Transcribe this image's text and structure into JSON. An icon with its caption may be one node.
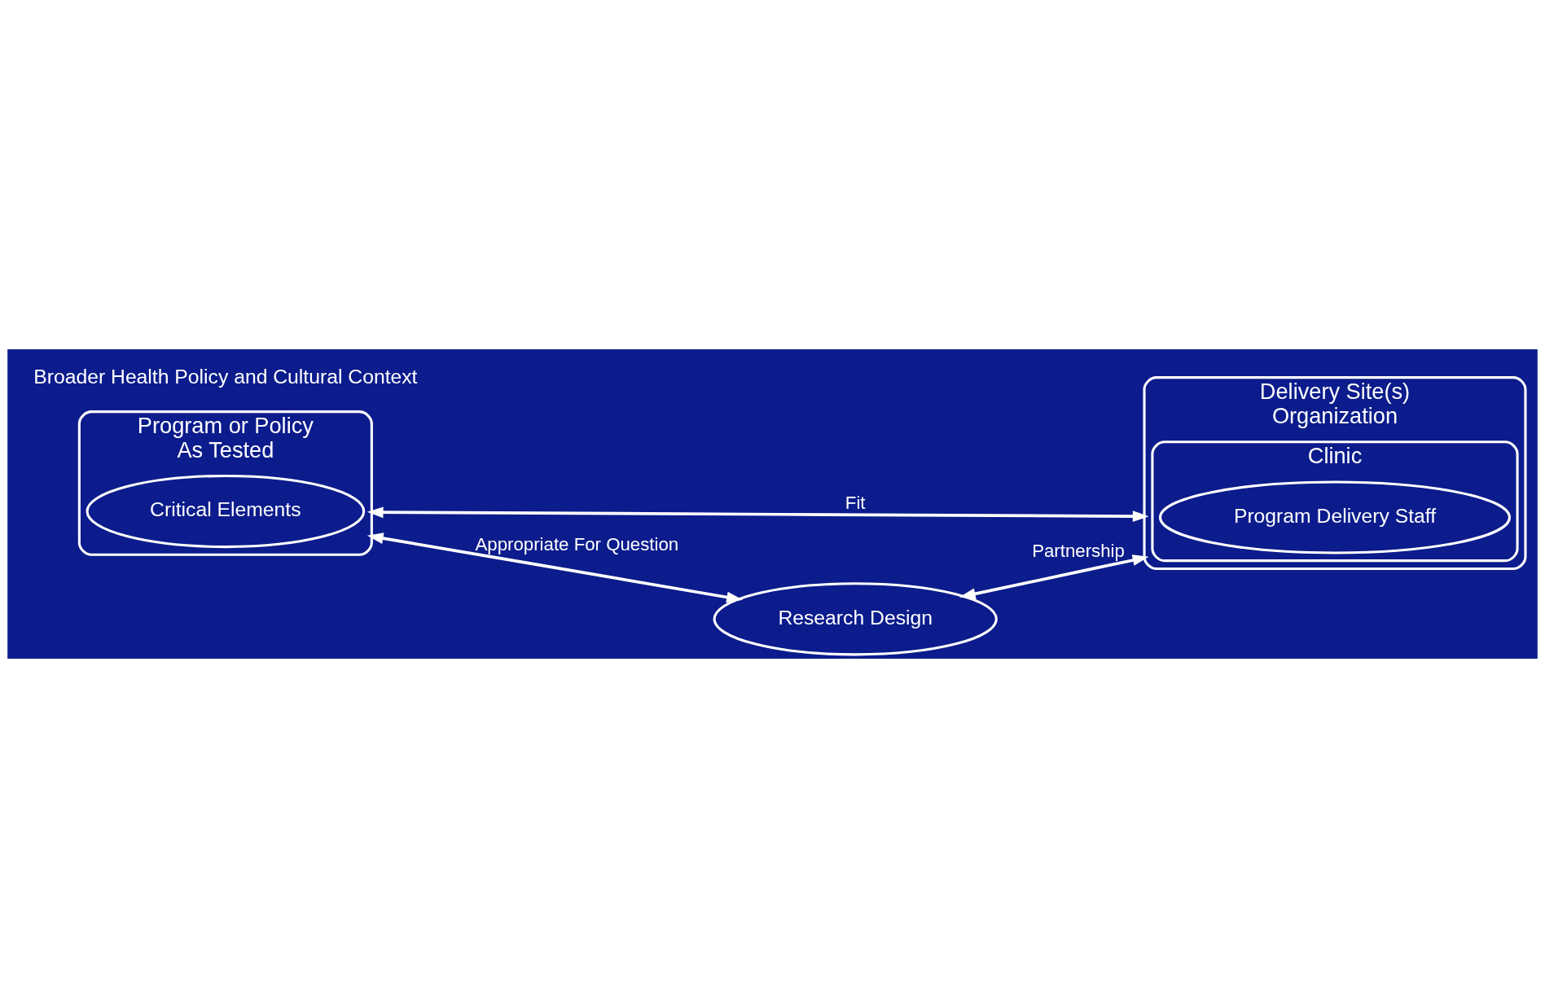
{
  "diagram": {
    "nodes": [
      {
        "text": [
          "As Tested"
        ],
        "beside": [
          "Program or Policy"
        ]
      },
      {
        "text": [
          "Critical Elements"
        ],
        "in": 0
      },
      {
        "text": [
          "Organization"
        ],
        "beside": [
          "Delivery Site(s)"
        ]
      },
      {
        "text": [
          "Clinic"
        ],
        "in": 2
      },
      {
        "text": [
          "Program Delivery Staff"
        ],
        "in": 3
      },
      {
        "text": [
          "Research Design"
        ]
      }
    ],
    "edges": [
      {
        "from": 0,
        "to": 2,
        "arrow": "both",
        "label": "Fit"
      },
      {
        "from": 0,
        "to": 5,
        "arrow": "both",
        "label": "Appropriate For Question"
      },
      {
        "from": 5,
        "to": 2,
        "arrow": "both",
        "label": "Partnership"
      }
    ],
    "labels": [
      "Broader Health Policy and Cultural Context"
    ]
  }
}
